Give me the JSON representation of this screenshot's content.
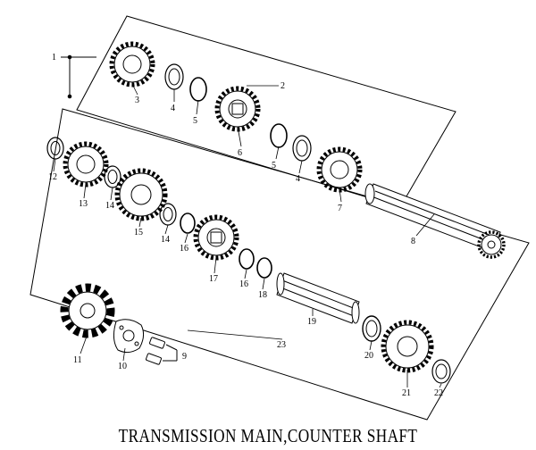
{
  "title": "TRANSMISSION MAIN,COUNTER SHAFT",
  "part_labels": {
    "p1": "1",
    "p2": "2",
    "p3": "3",
    "p4a": "4",
    "p5a": "5",
    "p6": "6",
    "p5b": "5",
    "p4b": "4",
    "p7": "7",
    "p8": "8",
    "p9": "9",
    "p10": "10",
    "p11": "11",
    "p12": "12",
    "p13": "13",
    "p14a": "14",
    "p15": "15",
    "p14b": "14",
    "p16a": "16",
    "p17": "17",
    "p16b": "16",
    "p18": "18",
    "p19": "19",
    "p20": "20",
    "p21": "21",
    "p22": "22",
    "p23": "23"
  }
}
